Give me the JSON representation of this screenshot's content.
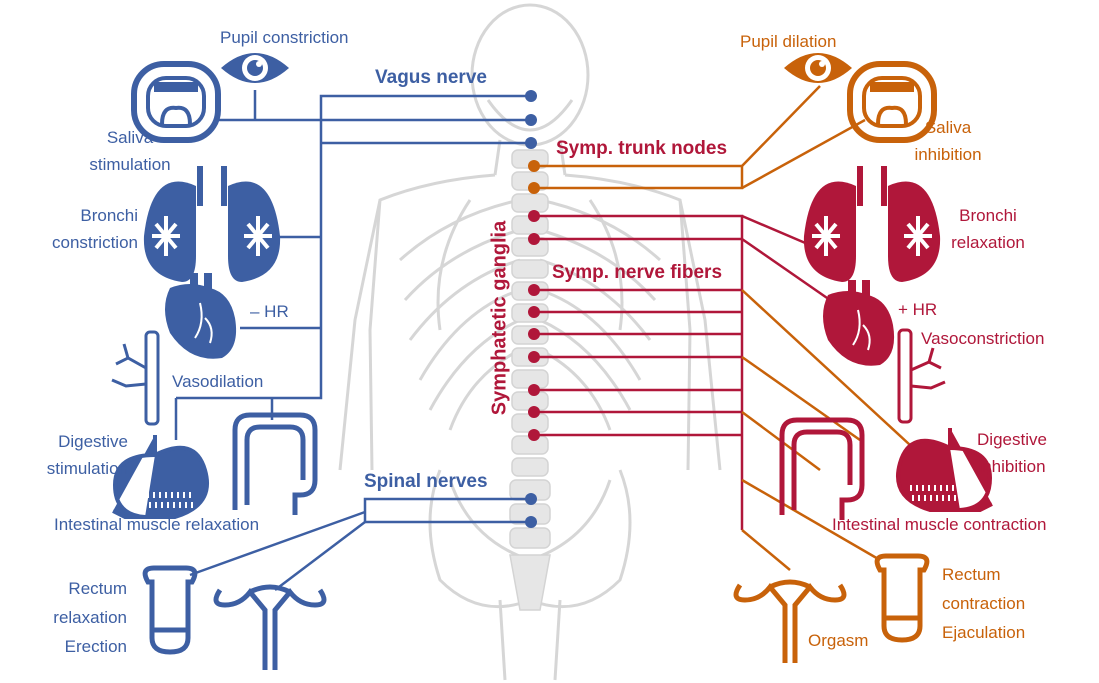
{
  "colors": {
    "parasympathetic": "#3d5fa3",
    "sympathetic_upper": "#c8620a",
    "sympathetic": "#b0173a",
    "skeleton": "#cfcfcf"
  },
  "center": {
    "vagus_nerve": "Vagus nerve",
    "spinal_nerves": "Spinal nerves",
    "symp_trunk_nodes": "Symp. trunk nodes",
    "symp_nerve_fibers": "Symp. nerve fibers",
    "sympathetic_ganglia": "Symphatetic ganglia"
  },
  "parasympathetic": {
    "pupil": "Pupil constriction",
    "saliva": [
      "Saliva",
      "stimulation"
    ],
    "bronchi": [
      "Bronchi",
      "constriction"
    ],
    "heart": "– HR",
    "vessels": "Vasodilation",
    "digestive": [
      "Digestive",
      "stimulation"
    ],
    "intestine": "Intestinal muscle relaxation",
    "rectum": [
      "Rectum",
      "relaxation",
      "Erection"
    ]
  },
  "sympathetic": {
    "pupil": "Pupil dilation",
    "saliva": [
      "Saliva",
      "inhibition"
    ],
    "bronchi": [
      "Bronchi",
      "relaxation"
    ],
    "heart": "+ HR",
    "vessels": "Vasoconstriction",
    "digestive": [
      "Digestive",
      "inhibition"
    ],
    "intestine": "Intestinal muscle contraction",
    "uterus": "Orgasm",
    "rectum": [
      "Rectum",
      "contraction",
      "Ejaculation"
    ]
  }
}
